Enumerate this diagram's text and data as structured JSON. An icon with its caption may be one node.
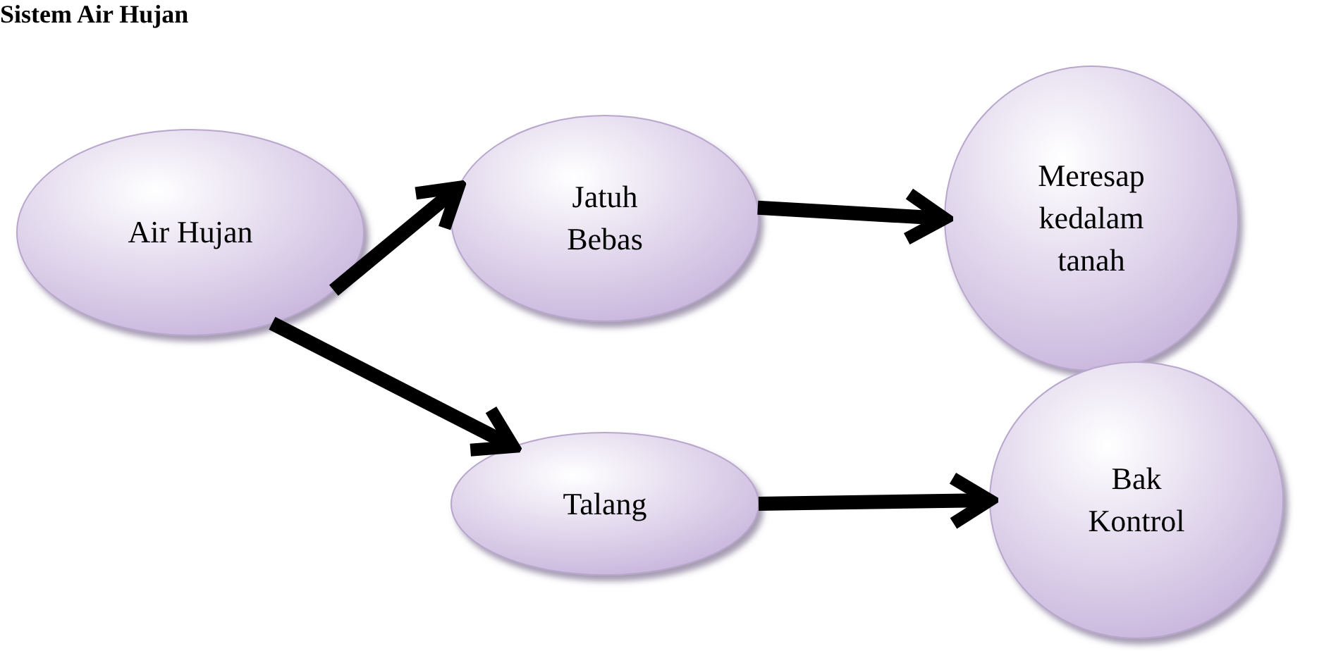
{
  "diagram": {
    "title": "Sistem Air Hujan",
    "nodes": [
      {
        "text": [
          "Air Hujan"
        ]
      },
      {
        "text": [
          "Jatuh Bebas"
        ]
      },
      {
        "text": [
          "Meresap kedalam tanah"
        ]
      },
      {
        "text": [
          "Talang"
        ]
      },
      {
        "text": [
          "Bak Kontrol"
        ]
      }
    ],
    "edges": [
      {
        "from": 0,
        "to": 1,
        "arrow": "to"
      },
      {
        "from": 1,
        "to": 2,
        "arrow": "to"
      },
      {
        "from": 0,
        "to": 3,
        "arrow": "to"
      },
      {
        "from": 3,
        "to": 4,
        "arrow": "to"
      }
    ]
  }
}
